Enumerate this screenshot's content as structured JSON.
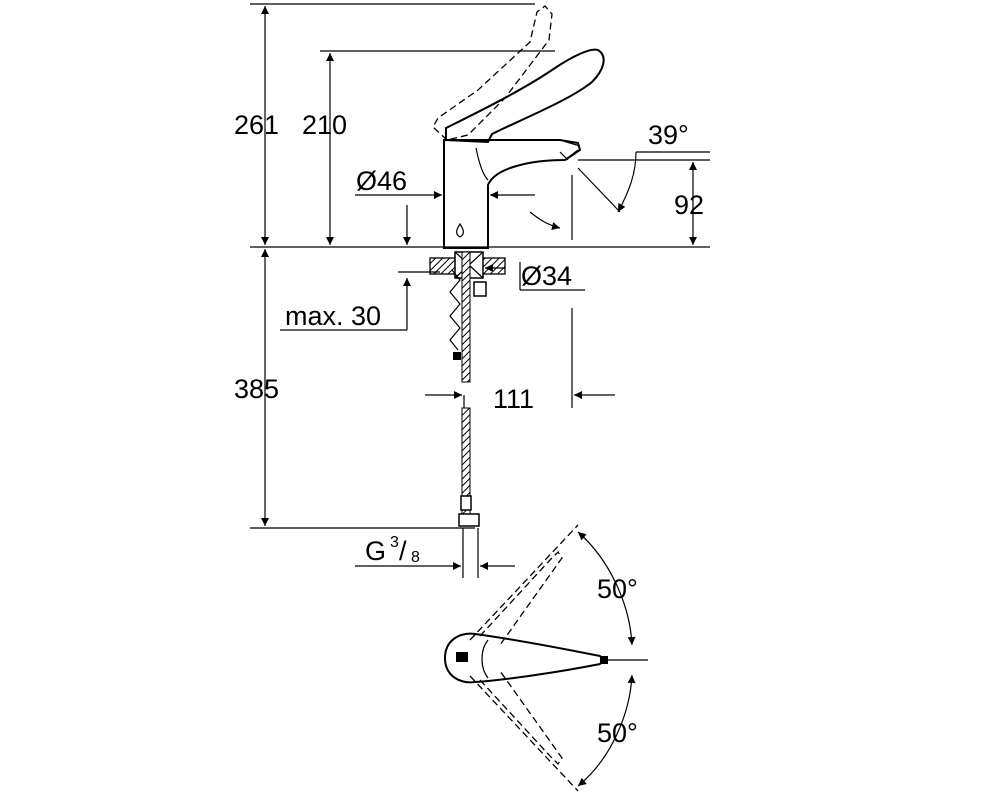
{
  "dimensions": {
    "total_height": "261",
    "spout_height": "210",
    "body_diameter": "Ø46",
    "spout_angle": "39°",
    "outlet_height": "92",
    "shank_diameter": "Ø34",
    "max_thickness": "max. 30",
    "hose_length": "385",
    "projection": "111",
    "connection_g": "G",
    "connection_num": "3",
    "connection_sep": "/",
    "connection_den": "8",
    "lever_angle_top": "50°",
    "lever_angle_bottom": "50°"
  },
  "colors": {
    "line": "#000000",
    "background": "#ffffff"
  }
}
